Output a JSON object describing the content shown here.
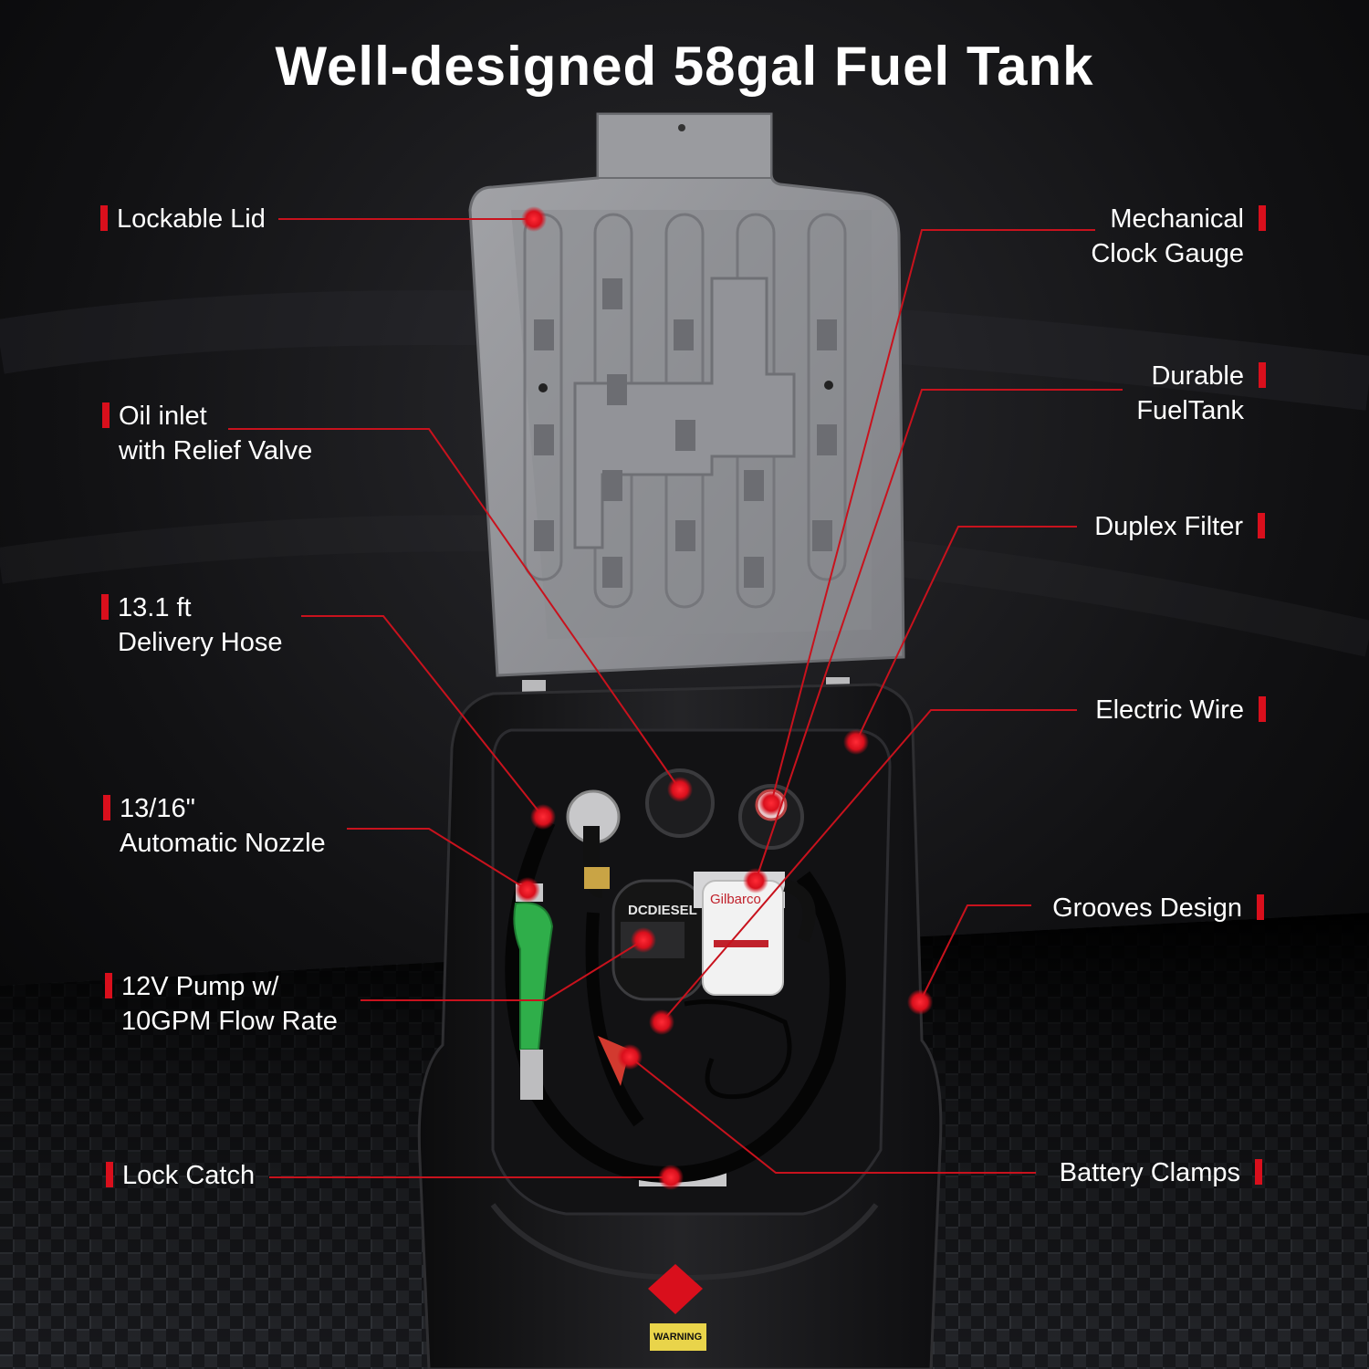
{
  "title": "Well-designed 58gal Fuel Tank",
  "colors": {
    "accent": "#d90f1c",
    "lid": "#8e8f93",
    "tank": "#1a1a1c",
    "nozzle": "#2fae4a"
  },
  "left_labels": [
    {
      "line1": "Lockable Lid",
      "line2": ""
    },
    {
      "line1": "Oil inlet",
      "line2": "with Relief Valve"
    },
    {
      "line1": "13.1 ft",
      "line2": "Delivery Hose"
    },
    {
      "line1": "13/16\"",
      "line2": "Automatic Nozzle"
    },
    {
      "line1": "12V Pump w/",
      "line2": "10GPM Flow Rate"
    },
    {
      "line1": "Lock Catch",
      "line2": ""
    }
  ],
  "right_labels": [
    {
      "line1": "Mechanical",
      "line2": "Clock Gauge"
    },
    {
      "line1": "Durable",
      "line2": "FuelTank"
    },
    {
      "line1": "Duplex Filter",
      "line2": ""
    },
    {
      "line1": "Electric Wire",
      "line2": ""
    },
    {
      "line1": "Grooves Design",
      "line2": ""
    },
    {
      "line1": "Battery Clamps",
      "line2": ""
    }
  ],
  "product_text": {
    "pump_brand": "DCDIESEL",
    "filter_brand": "Gilbarco",
    "warning": "WARNING"
  }
}
